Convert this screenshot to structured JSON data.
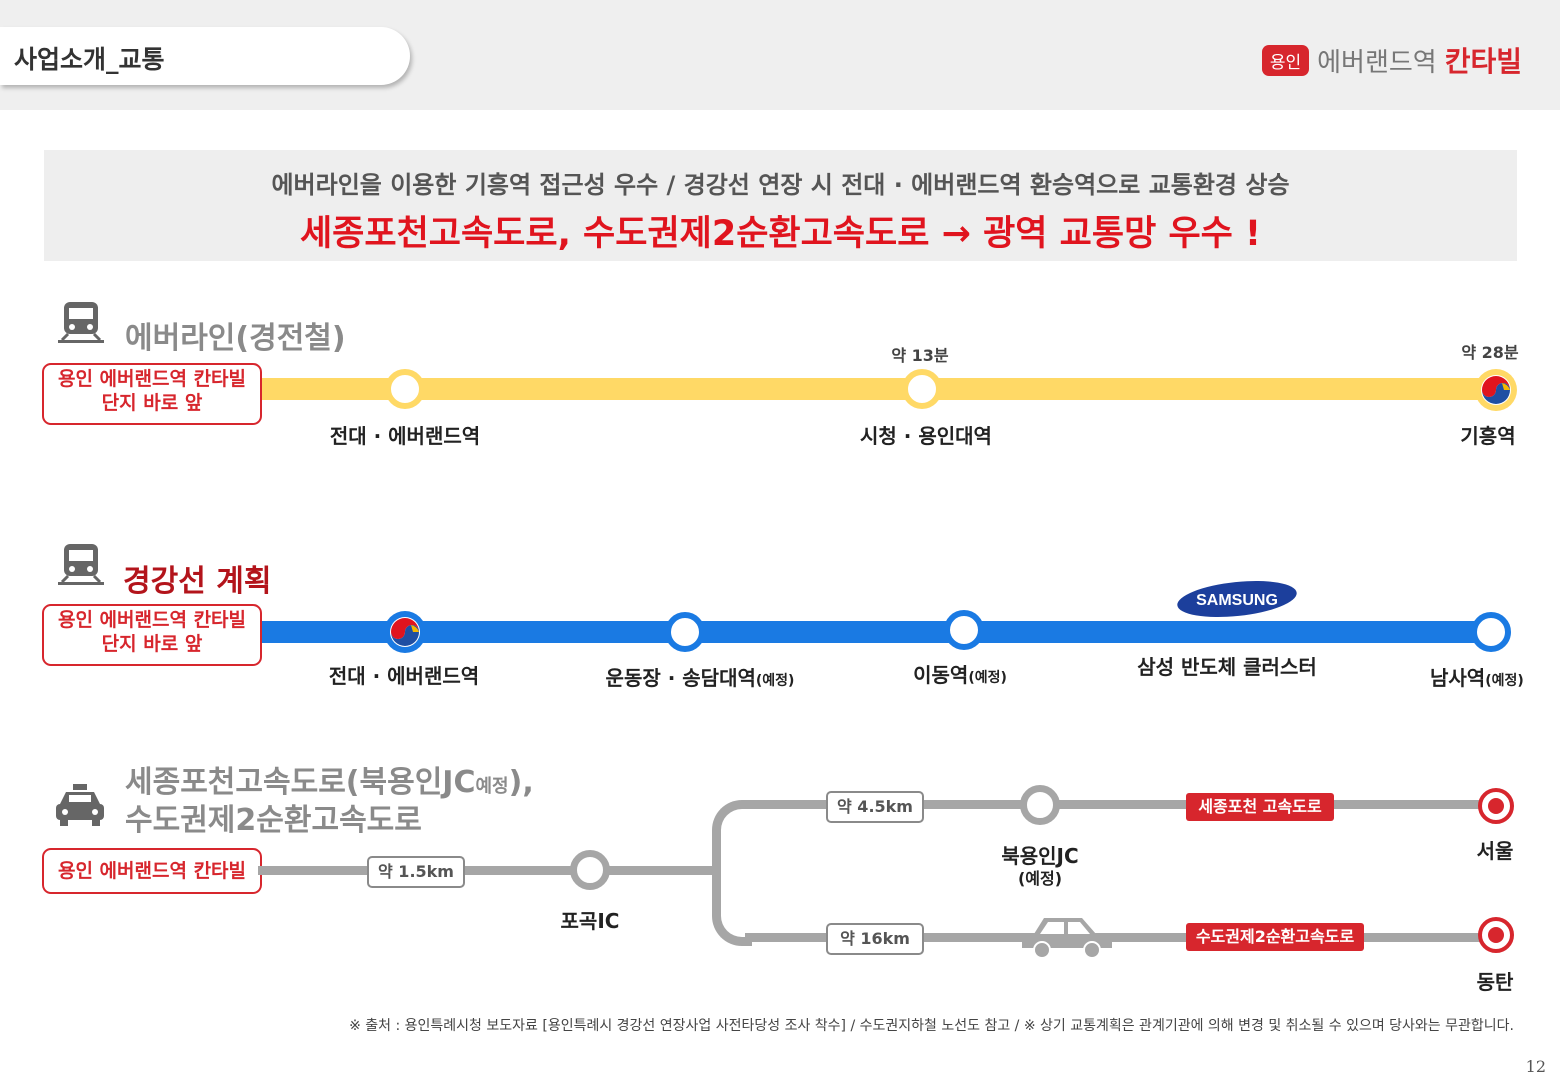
{
  "header": {
    "section_title": "사업소개_교통",
    "logo": {
      "badge": "용인",
      "sub": "에버랜드역",
      "main": "칸타빌",
      "accent_color": "#d7262d"
    }
  },
  "summary": {
    "line1": "에버라인을 이용한 기흥역 접근성 우수 / 경강선 연장 시 전대 · 에버랜드역 환승역으로 교통환경 상승",
    "line2": "세종포천고속도로, 수도권제2순환고속도로 → 광역 교통망 우수 !"
  },
  "everline": {
    "title": "에버라인(경전철)",
    "origin_line1": "용인 에버랜드역 칸타빌",
    "origin_line2": "단지 바로 앞",
    "line_color": "#ffd966",
    "stations": [
      {
        "name": "전대 · 에버랜드역",
        "time": ""
      },
      {
        "name": "시청 · 용인대역",
        "time": "약 13분"
      },
      {
        "name": "기흥역",
        "time": "약 28분"
      }
    ]
  },
  "gyeonggang": {
    "title": "경강선 계획",
    "origin_line1": "용인 에버랜드역 칸타빌",
    "origin_line2": "단지 바로 앞",
    "line_color": "#1a7ae3",
    "samsung_logo": "SAMSUNG",
    "stations": [
      {
        "name": "전대 · 에버랜드역",
        "note": ""
      },
      {
        "name": "운동장 · 송담대역",
        "note": "(예정)"
      },
      {
        "name": "이동역",
        "note": "(예정)"
      },
      {
        "name": "삼성 반도체 클러스터",
        "note": ""
      },
      {
        "name": "남사역",
        "note": "(예정)"
      }
    ]
  },
  "highway": {
    "title_line1": "세종포천고속도로(북용인JC",
    "title_line1_small": "예정",
    "title_line1_end": "),",
    "title_line2": "수도권제2순환고속도로",
    "origin": "용인 에버랜드역 칸타빌",
    "dist_1": "약 1.5km",
    "ic": "포곡IC",
    "dist_upper": "약 4.5km",
    "jc": "북용인JC",
    "jc_note": "(예정)",
    "hwy_upper": "세종포천 고속도로",
    "dest_upper": "서울",
    "dist_lower": "약 16km",
    "hwy_lower": "수도권제2순환고속도로",
    "dest_lower": "동탄"
  },
  "footnote": "※ 출처 : 용인특례시청 보도자료 [용인특례시 경강선 연장사업 사전타당성 조사 착수] / 수도권지하철 노선도 참고 / ※ 상기 교통계획은 관계기관에 의해 변경 및 취소될 수 있으며 당사와는 무관합니다.",
  "page_number": "12"
}
